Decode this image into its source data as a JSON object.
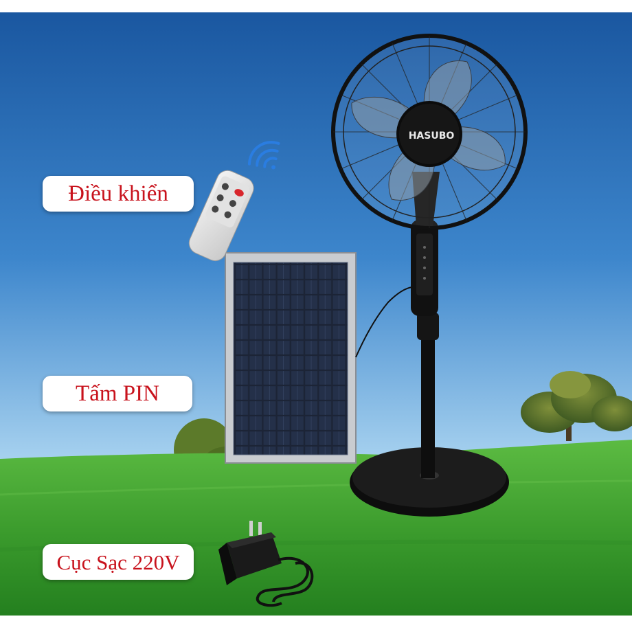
{
  "labels": {
    "remote": "Điều khiển",
    "panel": "Tấm PIN",
    "charger": "Cục Sạc 220V"
  },
  "fan": {
    "brand": "HASUBO"
  },
  "colors": {
    "sky_top": "#1e5fa8",
    "sky_bottom": "#8ec3ea",
    "grass_top": "#4fae3a",
    "grass_bottom": "#1f7a1c",
    "label_text": "#c8121c",
    "label_bg": "#ffffff",
    "fan_body": "#111111"
  },
  "icons": [
    "wifi-signal-icon"
  ]
}
